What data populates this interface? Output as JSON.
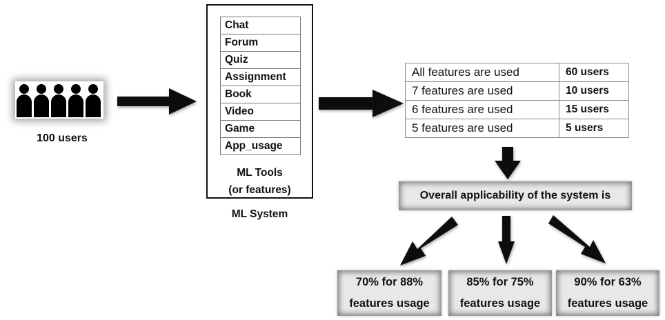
{
  "users": {
    "icon_count": 5,
    "label": "100 users"
  },
  "ml_system": {
    "tools": [
      "Chat",
      "Forum",
      "Quiz",
      "Assignment",
      "Book",
      "Video",
      "Game",
      "App_usage"
    ],
    "caption_line1": "ML Tools",
    "caption_line2": "(or features)",
    "label": "ML System"
  },
  "usage_table": {
    "rows": [
      {
        "features": "All features are used",
        "users": "60 users"
      },
      {
        "features": "7 features are used",
        "users": "10 users"
      },
      {
        "features": "6 features are used",
        "users": "15 users"
      },
      {
        "features": "5 features are used",
        "users": "5 users"
      }
    ]
  },
  "overall": {
    "label": "Overall applicability of the system is"
  },
  "results": [
    {
      "line1": "70% for 88%",
      "line2": "features usage"
    },
    {
      "line1": "85% for 75%",
      "line2": "features usage"
    },
    {
      "line1": "90% for 63%",
      "line2": "features usage"
    }
  ],
  "colors": {
    "arrow": "#111111",
    "box_fill": "#e8e8e8",
    "border": "#111111"
  }
}
